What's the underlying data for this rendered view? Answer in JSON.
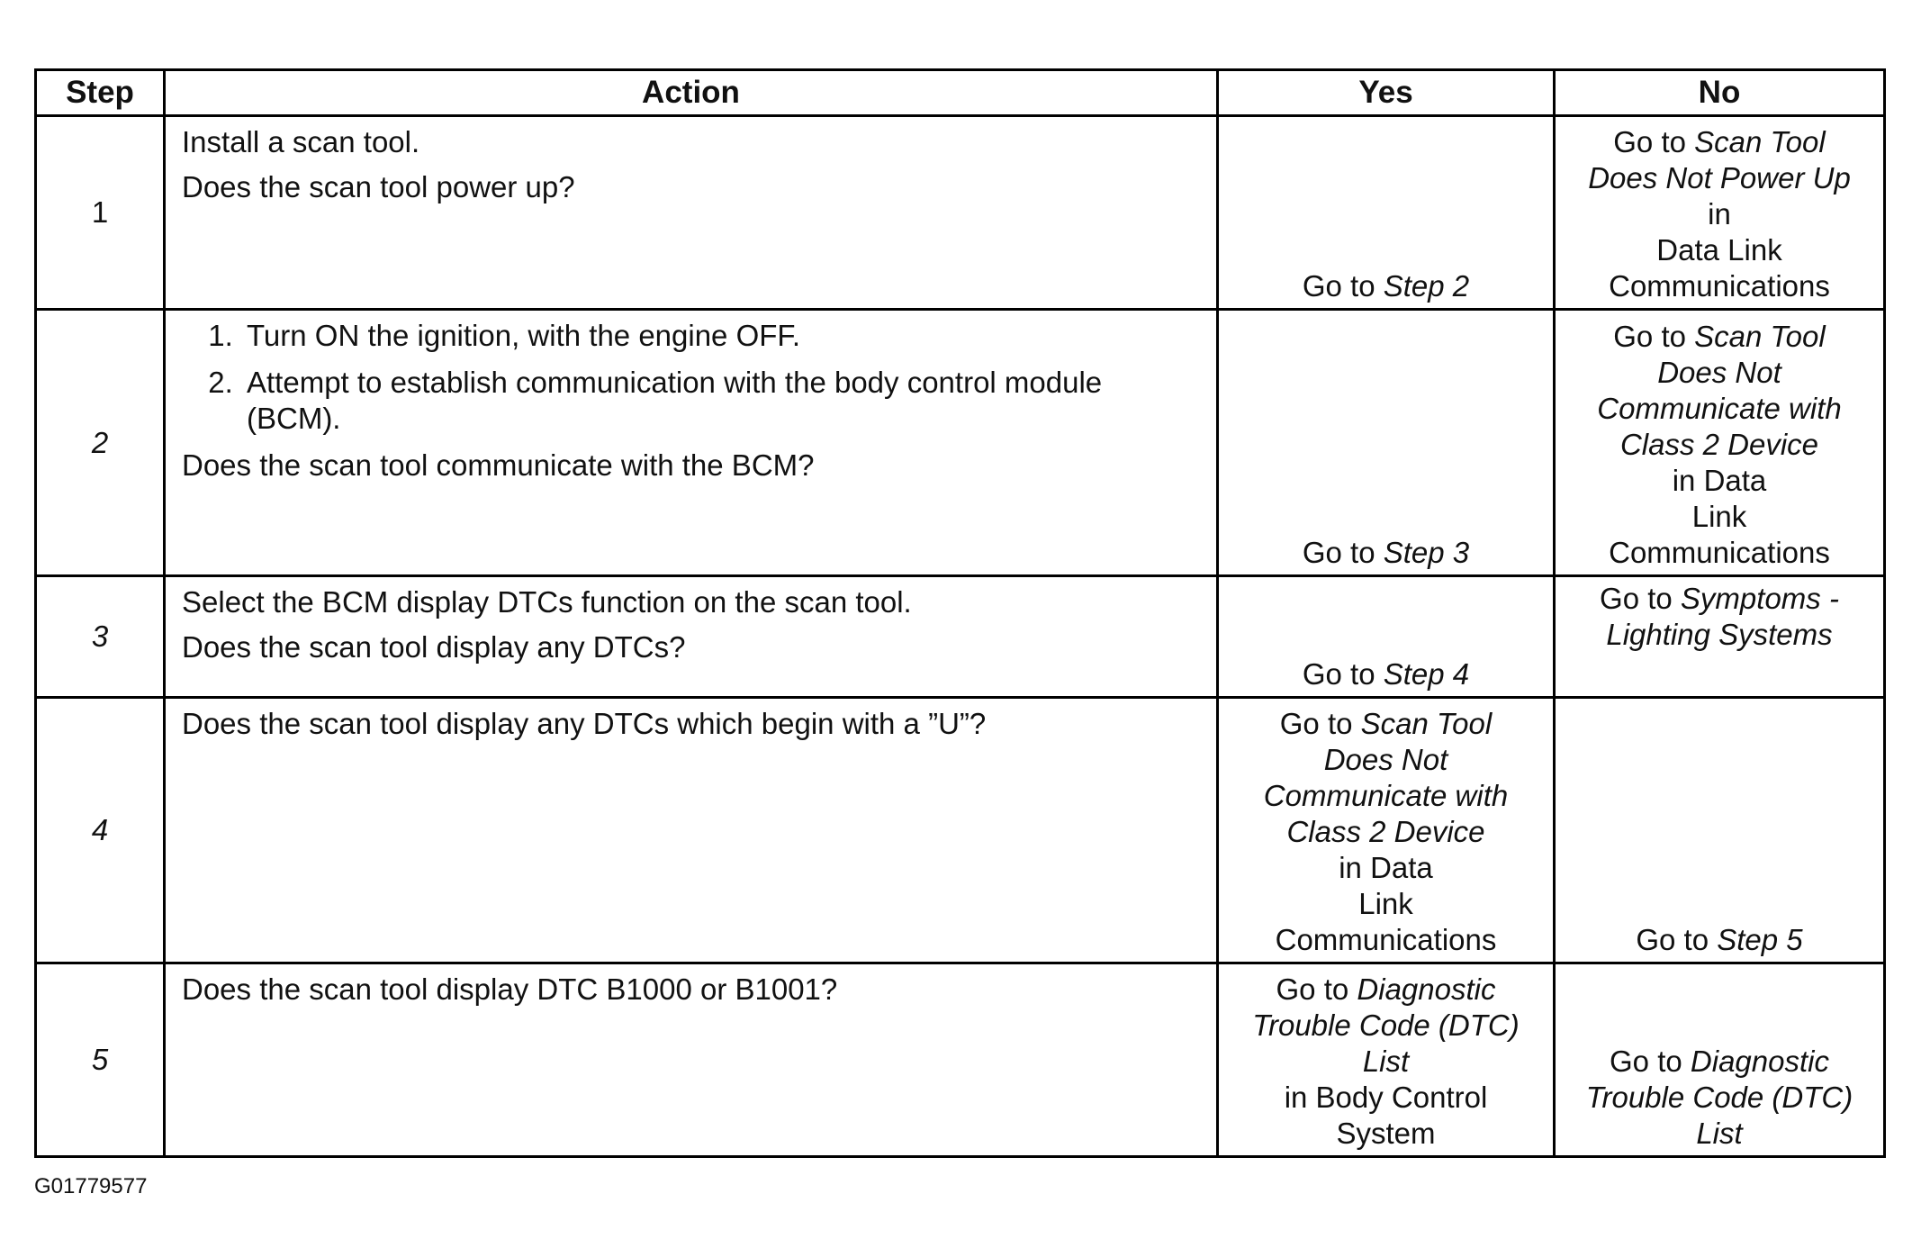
{
  "table": {
    "headers": [
      "Step",
      "Action",
      "Yes",
      "No"
    ],
    "rows": [
      {
        "step": "1",
        "action": {
          "items": [],
          "lines": [
            "Install a scan tool.",
            "Does the scan tool power up?"
          ]
        },
        "yes": {
          "prefix": "Go to",
          "link": "Step 2",
          "suffix": []
        },
        "no": {
          "prefix": "Go to",
          "link": [
            "Scan Tool",
            "Does Not Power Up"
          ],
          "suffix": [
            "in",
            "Data Link",
            "Communications"
          ]
        }
      },
      {
        "step": "2",
        "action": {
          "items": [
            "Turn ON the ignition, with the engine OFF.",
            "Attempt to establish communication with the body control module (BCM)."
          ],
          "lines": [
            "Does the scan tool communicate with the BCM?"
          ]
        },
        "yes": {
          "prefix": "Go to",
          "link": "Step 3",
          "suffix": []
        },
        "no": {
          "prefix": "Go to",
          "link": [
            "Scan Tool",
            "Does Not",
            "Communicate with",
            "Class 2 Device"
          ],
          "suffix": [
            "in Data",
            "Link",
            "Communications"
          ]
        }
      },
      {
        "step": "3",
        "action": {
          "items": [],
          "lines": [
            "Select the BCM display DTCs function on the scan tool.",
            "Does the scan tool display any DTCs?"
          ]
        },
        "yes": {
          "prefix": "Go to",
          "link": "Step 4",
          "suffix": []
        },
        "no": {
          "prefix": "Go to",
          "link": [
            "Symptoms -",
            "Lighting Systems"
          ],
          "suffix": []
        }
      },
      {
        "step": "4",
        "action": {
          "items": [],
          "lines": [
            "Does the scan tool display any DTCs which begin with a ”U”?"
          ]
        },
        "yes": {
          "prefix": "Go to",
          "link": [
            "Scan Tool",
            "Does Not",
            "Communicate with",
            "Class 2 Device"
          ],
          "suffix": [
            "in Data",
            "Link",
            "Communications"
          ]
        },
        "no": {
          "prefix": "Go to",
          "link": "Step 5",
          "suffix": []
        }
      },
      {
        "step": "5",
        "action": {
          "items": [],
          "lines": [
            "Does the scan tool display DTC B1000 or B1001?"
          ]
        },
        "yes": {
          "prefix": "Go to",
          "link": [
            "Diagnostic",
            "Trouble Code (DTC)",
            "List"
          ],
          "suffix": [
            "in Body Control",
            "System"
          ]
        },
        "no": {
          "prefix": "Go to",
          "link": [
            "Diagnostic",
            "Trouble Code (DTC)",
            "List"
          ],
          "suffix": []
        }
      }
    ]
  },
  "figure_id": "G01779577"
}
